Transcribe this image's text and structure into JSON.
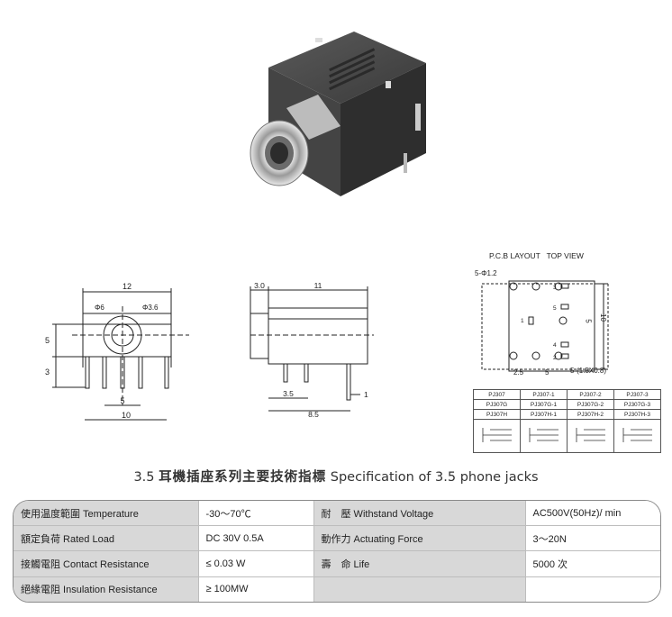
{
  "photo": {
    "alt": "3.5mm phone jack product photo"
  },
  "drawings": {
    "front": {
      "width_dim": "12",
      "dia_left": "Φ6",
      "dia_right": "Φ3.6",
      "height_dim": "5",
      "pin_dim": "3",
      "pitch_small": "5",
      "pitch_large": "10"
    },
    "side": {
      "front_dim": "3.0",
      "body_dim": "11",
      "dim_a": "3.5",
      "dim_b": "8.5",
      "dim_c": "1"
    },
    "pcb": {
      "header": "P.C.B LAYOUT   TOP VIEW",
      "hole_label": "5-Φ1.2",
      "slot_label": "5-(1.5X0.8)",
      "dim_bottom_a": "2.5",
      "dim_bottom_b": "5",
      "dim_right_a": "5",
      "dim_right_b": "10",
      "pin_labels": [
        "3",
        "5",
        "1",
        "4",
        "2"
      ],
      "models": [
        [
          "PJ307",
          "PJ307-1",
          "PJ307-2",
          "PJ307-3"
        ],
        [
          "PJ307G",
          "PJ307G-1",
          "PJ307G-2",
          "PJ307G-3"
        ],
        [
          "PJ307H",
          "PJ307H-1",
          "PJ307H-2",
          "PJ307H-3"
        ]
      ]
    }
  },
  "spec": {
    "title_num": "3.5",
    "title_cn": "耳機插座系列主要技術指標",
    "title_en": "Specification of 3.5 phone jacks",
    "rows": [
      {
        "l1": "使用温度範圍 Temperature",
        "v1": "-30～70℃",
        "l2": "耐　壓  Withstand Voltage",
        "v2": "AC500V(50Hz)/ min"
      },
      {
        "l1": "額定負荷  Rated Load",
        "v1": "DC  30V  0.5A",
        "l2": "動作力  Actuating Force",
        "v2": "3～20N"
      },
      {
        "l1": "接觸電阻  Contact Resistance",
        "v1": "≤ 0.03 W",
        "l2": "壽　命  Life",
        "v2": "5000 次"
      },
      {
        "l1": "絕緣電阻  Insulation Resistance",
        "v1": "≥ 100MW",
        "l2": "",
        "v2": ""
      }
    ]
  }
}
